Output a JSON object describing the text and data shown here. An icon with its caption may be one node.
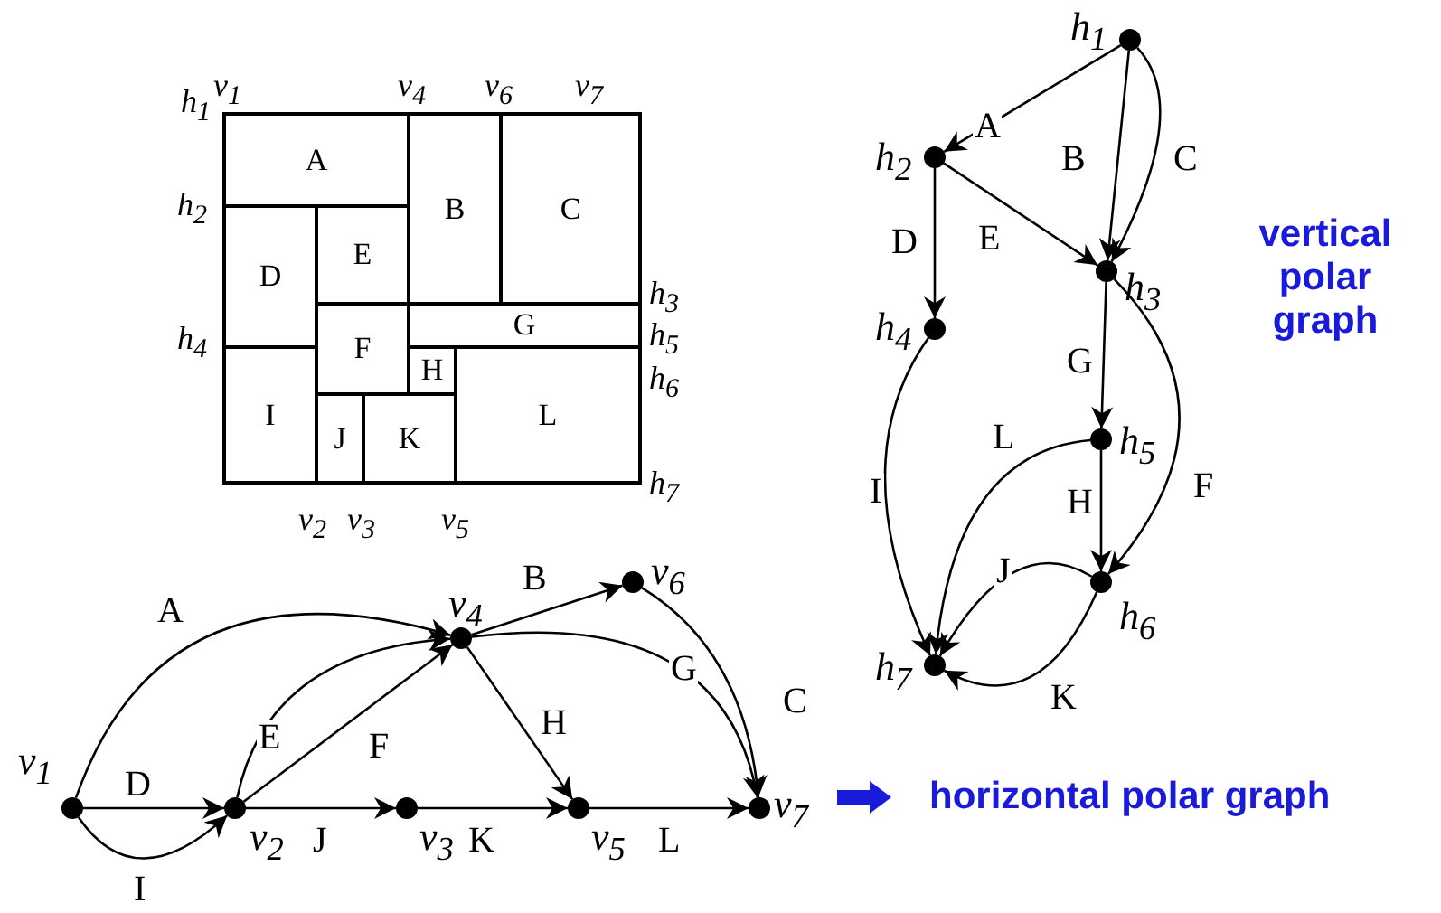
{
  "diagram": {
    "nodes": [
      {
        "text": [
          "A"
        ]
      },
      {
        "text": [
          "B"
        ]
      },
      {
        "text": [
          "C"
        ]
      },
      {
        "text": [
          "D"
        ]
      },
      {
        "text": [
          "E"
        ]
      },
      {
        "text": [
          "F"
        ]
      },
      {
        "text": [
          "G"
        ]
      },
      {
        "text": [
          "H"
        ]
      },
      {
        "text": [
          "I"
        ]
      },
      {
        "text": [
          "J"
        ]
      },
      {
        "text": [
          "K"
        ]
      },
      {
        "text": [
          "L"
        ]
      },
      {
        "text": [],
        "shape": "circle",
        "beside": [
          "v$_{1}$"
        ]
      },
      {
        "text": [],
        "shape": "circle",
        "beside": [
          "v$_{2}$"
        ]
      },
      {
        "text": [],
        "shape": "circle",
        "beside": [
          "v$_{3}$"
        ]
      },
      {
        "text": [],
        "shape": "circle",
        "beside": [
          "v$_{4}$"
        ]
      },
      {
        "text": [],
        "shape": "circle",
        "beside": [
          "v$_{5}$"
        ]
      },
      {
        "text": [],
        "shape": "circle",
        "beside": [
          "v$_{6}$"
        ]
      },
      {
        "text": [],
        "shape": "circle",
        "beside": [
          "v$_{7}$"
        ]
      },
      {
        "text": [],
        "shape": "circle",
        "beside": [
          "h$_{1}$"
        ]
      },
      {
        "text": [],
        "shape": "circle",
        "beside": [
          "h$_{2}$"
        ]
      },
      {
        "text": [],
        "shape": "circle",
        "beside": [
          "h$_{3}$"
        ]
      },
      {
        "text": [],
        "shape": "circle",
        "beside": [
          "h$_{4}$"
        ]
      },
      {
        "text": [],
        "shape": "circle",
        "beside": [
          "h$_{5}$"
        ]
      },
      {
        "text": [],
        "shape": "circle",
        "beside": [
          "h$_{6}$"
        ]
      },
      {
        "text": [],
        "shape": "circle",
        "beside": [
          "h$_{7}$"
        ]
      }
    ],
    "edges": [
      {
        "from": 12,
        "to": 15,
        "arrow": "to",
        "label": "A"
      },
      {
        "from": 12,
        "to": 13,
        "arrow": "to",
        "label": "D"
      },
      {
        "from": 12,
        "to": 13,
        "arrow": "to",
        "label": "I"
      },
      {
        "from": 13,
        "to": 15,
        "arrow": "to",
        "label": "E"
      },
      {
        "from": 13,
        "to": 15,
        "arrow": "to",
        "label": "F"
      },
      {
        "from": 13,
        "to": 14,
        "arrow": "to",
        "label": "J"
      },
      {
        "from": 14,
        "to": 16,
        "arrow": "to",
        "label": "K"
      },
      {
        "from": 15,
        "to": 17,
        "arrow": "to",
        "label": "B"
      },
      {
        "from": 15,
        "to": 16,
        "arrow": "to",
        "label": "H"
      },
      {
        "from": 15,
        "to": 18,
        "arrow": "to",
        "label": "G"
      },
      {
        "from": 17,
        "to": 18,
        "arrow": "to",
        "label": "C"
      },
      {
        "from": 16,
        "to": 18,
        "arrow": "to",
        "label": "L"
      },
      {
        "from": 19,
        "to": 20,
        "arrow": "to",
        "label": "A"
      },
      {
        "from": 19,
        "to": 21,
        "arrow": "to",
        "label": "B"
      },
      {
        "from": 19,
        "to": 21,
        "arrow": "to",
        "label": "C"
      },
      {
        "from": 20,
        "to": 22,
        "arrow": "to",
        "label": "D"
      },
      {
        "from": 20,
        "to": 21,
        "arrow": "to",
        "label": "E"
      },
      {
        "from": 21,
        "to": 23,
        "arrow": "to",
        "label": "G"
      },
      {
        "from": 21,
        "to": 24,
        "arrow": "to",
        "label": "F"
      },
      {
        "from": 22,
        "to": 25,
        "arrow": "to",
        "label": "I"
      },
      {
        "from": 23,
        "to": 25,
        "arrow": "to",
        "label": "L"
      },
      {
        "from": 23,
        "to": 24,
        "arrow": "to",
        "label": "H"
      },
      {
        "from": 24,
        "to": 25,
        "arrow": "to",
        "label": "J"
      },
      {
        "from": 24,
        "to": 25,
        "arrow": "to",
        "label": "K"
      }
    ],
    "labels": [
      "v$_{1}$",
      "v$_{4}$",
      "v$_{6}$",
      "v$_{7}$",
      "h$_{1}$",
      "h$_{2}$",
      "h$_{3}$",
      "h$_{4}$",
      "h$_{5}$",
      "h$_{6}$",
      "h$_{7}$",
      "v$_{2}$",
      "v$_{3}$",
      "v$_{5}$",
      "vertical polar graph",
      "horizontal polar graph"
    ]
  }
}
